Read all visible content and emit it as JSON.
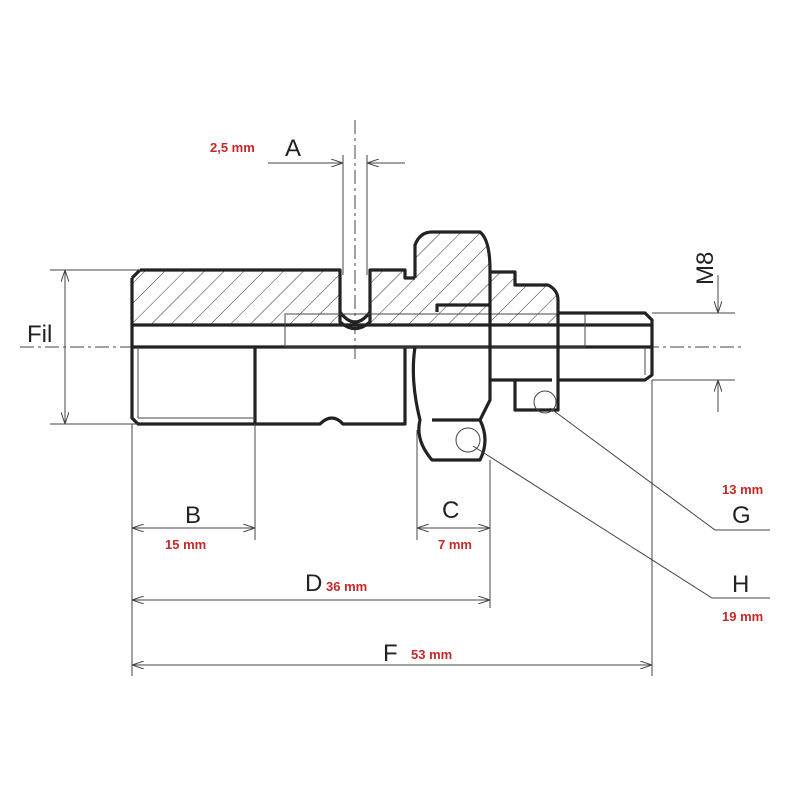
{
  "dimensions": {
    "A": {
      "label": "A",
      "value": "2,5 mm"
    },
    "B": {
      "label": "B",
      "value": "15 mm"
    },
    "C": {
      "label": "C",
      "value": "7 mm"
    },
    "D": {
      "label": "D",
      "value": "36 mm"
    },
    "F": {
      "label": "F",
      "value": "53 mm"
    },
    "G": {
      "label": "G",
      "value": "13 mm"
    },
    "H": {
      "label": "H",
      "value": "19 mm"
    },
    "Fil": {
      "label": "Fil"
    },
    "M8": {
      "label": "M8"
    }
  },
  "colors": {
    "line": "#222222",
    "value_text": "#c62828"
  }
}
